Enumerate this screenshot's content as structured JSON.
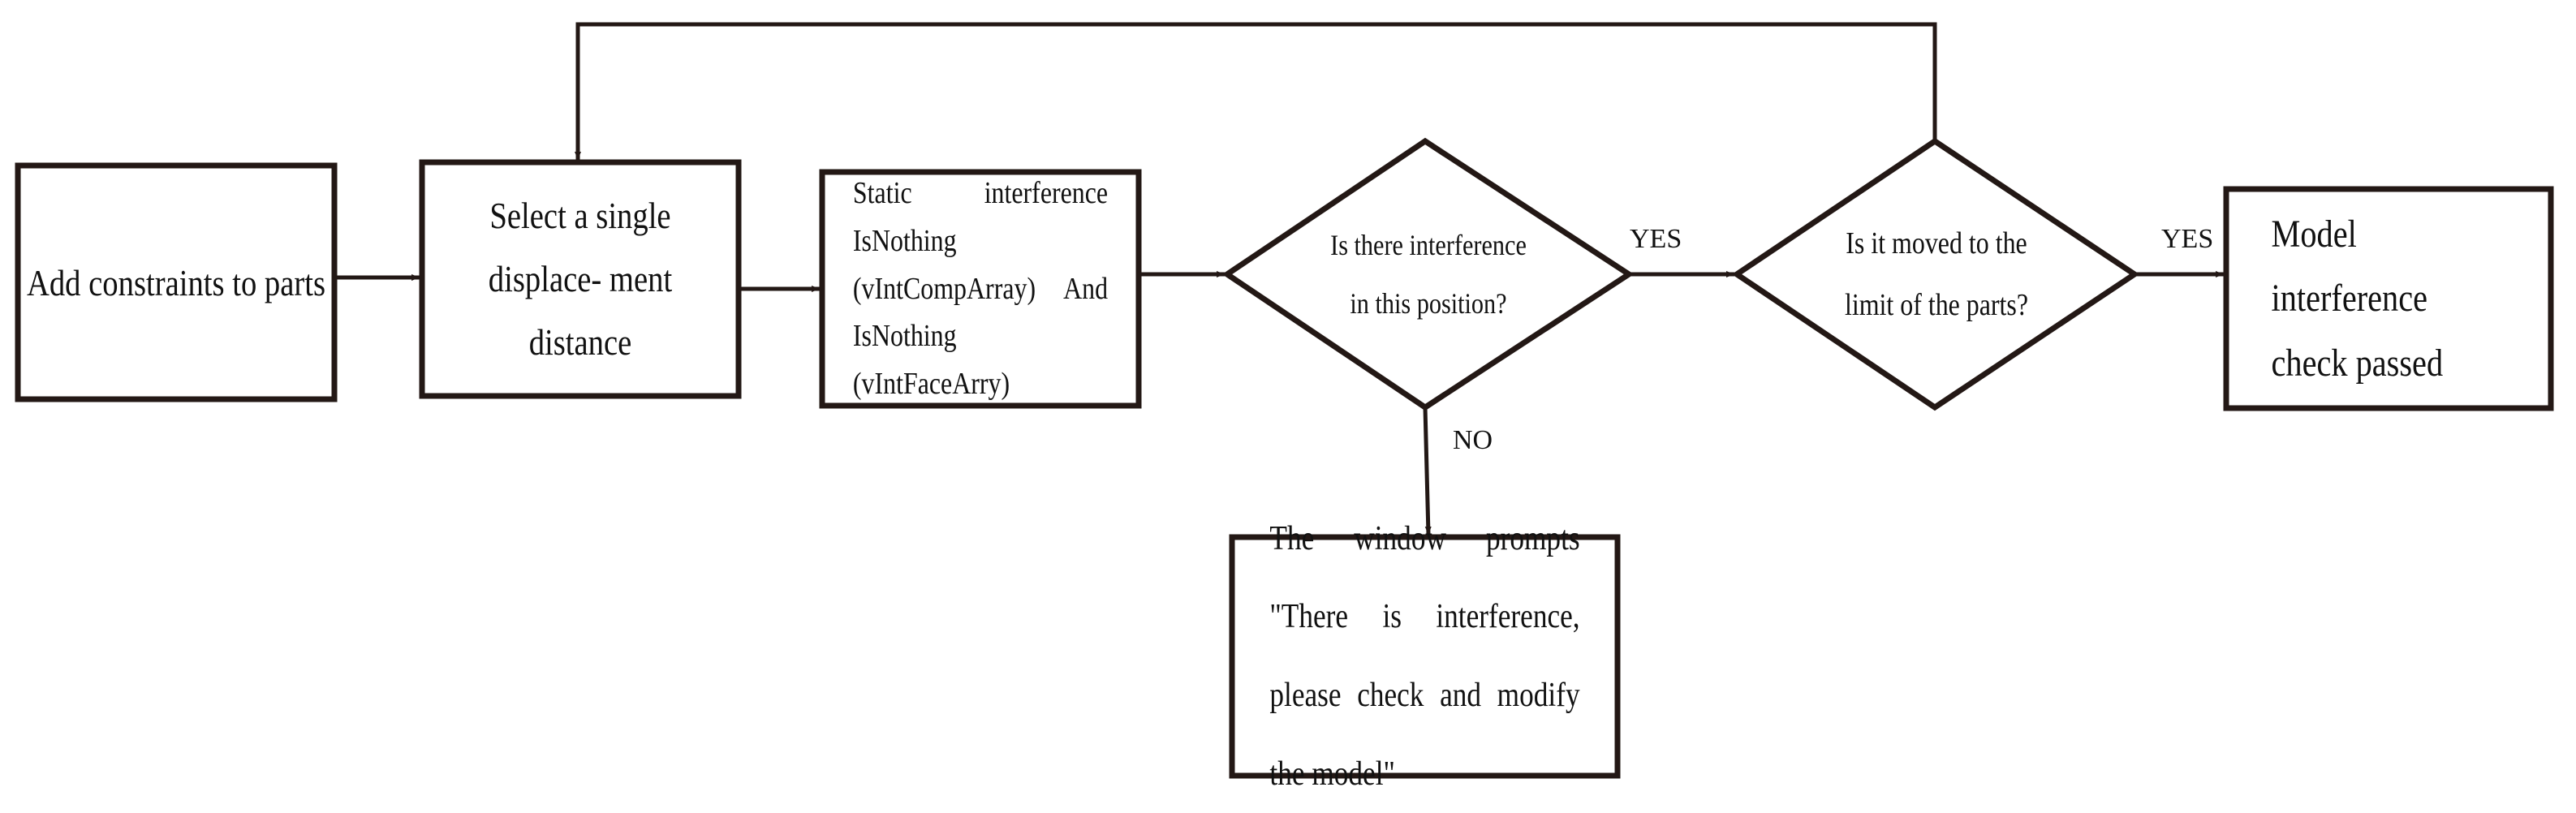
{
  "colors": {
    "stroke": "#231815",
    "text": "#111111",
    "background": "#ffffff"
  },
  "nodes": {
    "add_constraints": "Add constraints to parts",
    "select_displacement": "Select a single displace- ment distance",
    "static_interference": "Static interference IsNothing (vIntCompArray) And IsNothing (vIntFaceArry)",
    "interference_question": "Is there interference in this position?",
    "limit_question": "Is it moved to the limit of the parts?",
    "passed": "Model interference check passed",
    "window_prompt": "The window prompts \"There is interference, please check and modify the model\""
  },
  "edge_labels": {
    "yes_1": "YES",
    "yes_2": "YES",
    "no": "NO"
  }
}
